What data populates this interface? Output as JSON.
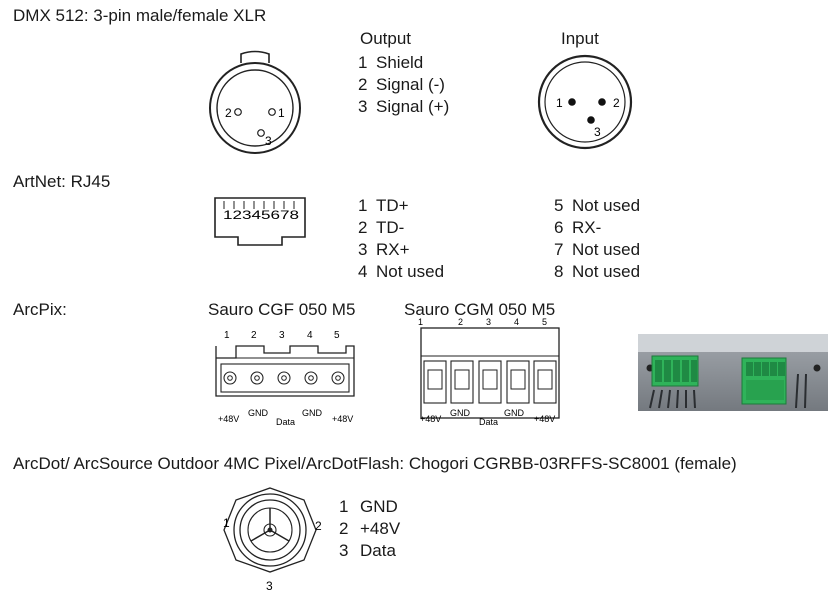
{
  "dmx": {
    "heading": "DMX 512: 3-pin male/female XLR",
    "output_label": "Output",
    "input_label": "Input",
    "pins": [
      {
        "num": "1",
        "name": "Shield"
      },
      {
        "num": "2",
        "name": "Signal (-)"
      },
      {
        "num": "3",
        "name": "Signal (+)"
      }
    ],
    "output_pin_labels": [
      "2",
      "1",
      "3"
    ],
    "input_pin_labels": [
      "1",
      "2",
      "3"
    ]
  },
  "artnet": {
    "heading": "ArtNet: RJ45",
    "rj45_digits": "12345678",
    "pins_left": [
      {
        "num": "1",
        "name": "TD+"
      },
      {
        "num": "2",
        "name": "TD-"
      },
      {
        "num": "3",
        "name": "RX+"
      },
      {
        "num": "4",
        "name": "Not used"
      }
    ],
    "pins_right": [
      {
        "num": "5",
        "name": "Not used"
      },
      {
        "num": "6",
        "name": "RX-"
      },
      {
        "num": "7",
        "name": "Not used"
      },
      {
        "num": "8",
        "name": "Not used"
      }
    ]
  },
  "arcpix": {
    "heading": "ArcPix:",
    "cgf_title": "Sauro CGF 050 M5",
    "cgm_title": "Sauro CGM 050 M5",
    "pin_numbers": [
      "1",
      "2",
      "3",
      "4",
      "5"
    ],
    "bottom_labels": [
      "+48V",
      "GND",
      "Data",
      "GND",
      "+48V"
    ]
  },
  "arcdot": {
    "heading": "ArcDot/ ArcSource Outdoor 4MC Pixel/ArcDotFlash: Chogori CGRBB-03RFFS-SC8001 (female)",
    "pins": [
      {
        "num": "1",
        "name": "GND"
      },
      {
        "num": "2",
        "name": "+48V"
      },
      {
        "num": "3",
        "name": "Data"
      }
    ],
    "side_labels": [
      "1",
      "2",
      "3"
    ]
  },
  "colors": {
    "text": "#1a1a1a",
    "connector_green": "#2fb35a",
    "panel_grey": "#8a8f96"
  }
}
